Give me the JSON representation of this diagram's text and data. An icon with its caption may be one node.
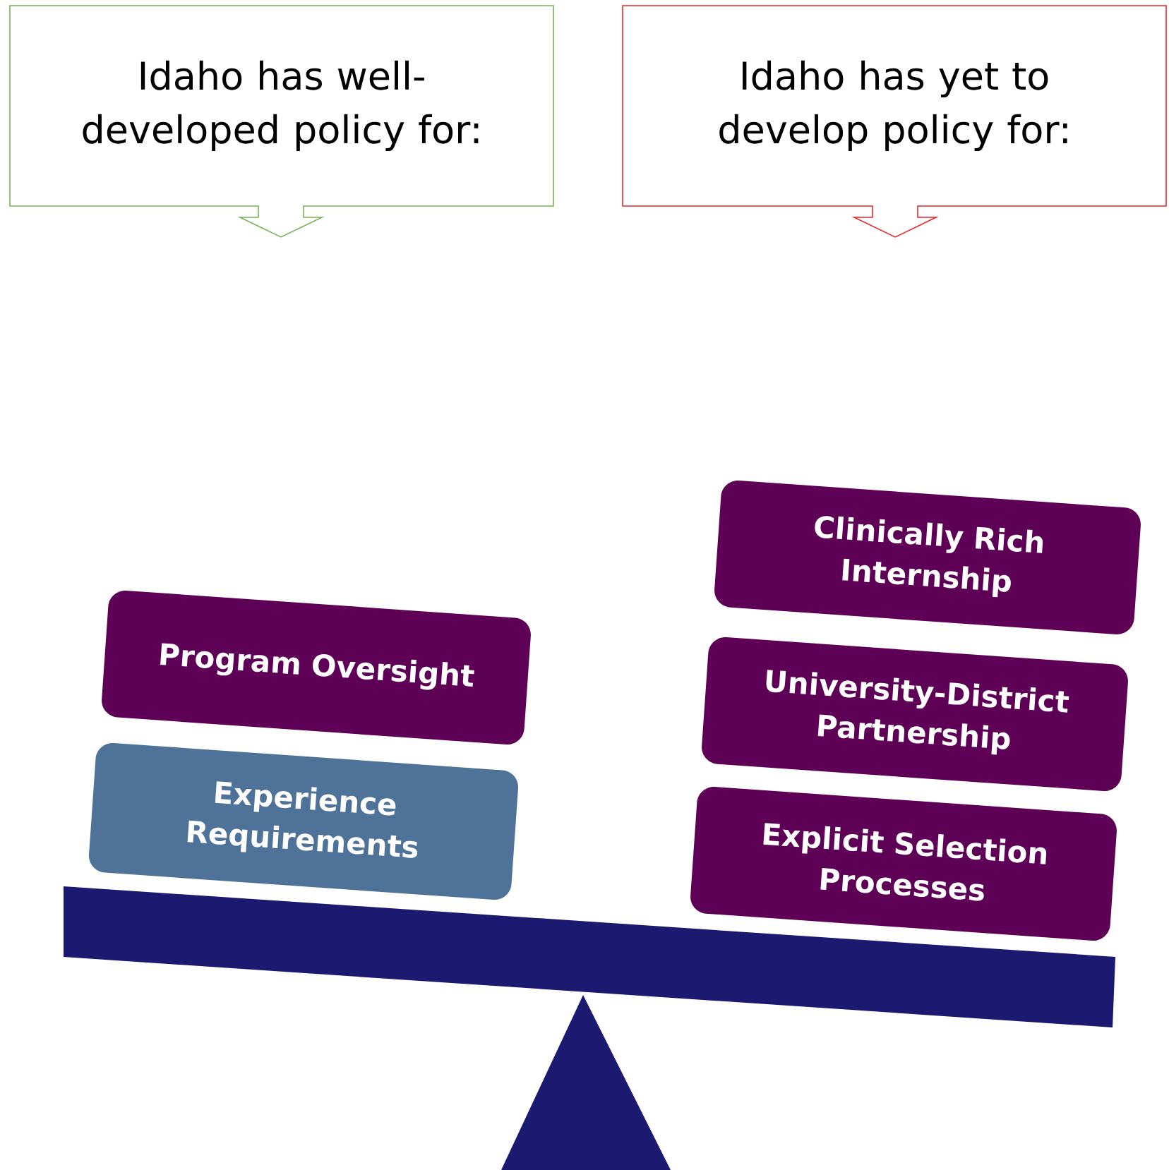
{
  "diagram": {
    "nodes": [
      {
        "text": [
          "Idaho has well-developed policy for:"
        ]
      },
      {
        "text": [
          "Idaho has yet to develop policy for:"
        ]
      },
      {
        "text": [
          "Program  Oversight"
        ]
      },
      {
        "text": [
          "Experience Requirements"
        ]
      },
      {
        "text": [
          "Clinically Rich Internship"
        ]
      },
      {
        "text": [
          "University-District Partnership"
        ]
      },
      {
        "text": [
          "Explicit Selection Processes"
        ]
      }
    ]
  }
}
